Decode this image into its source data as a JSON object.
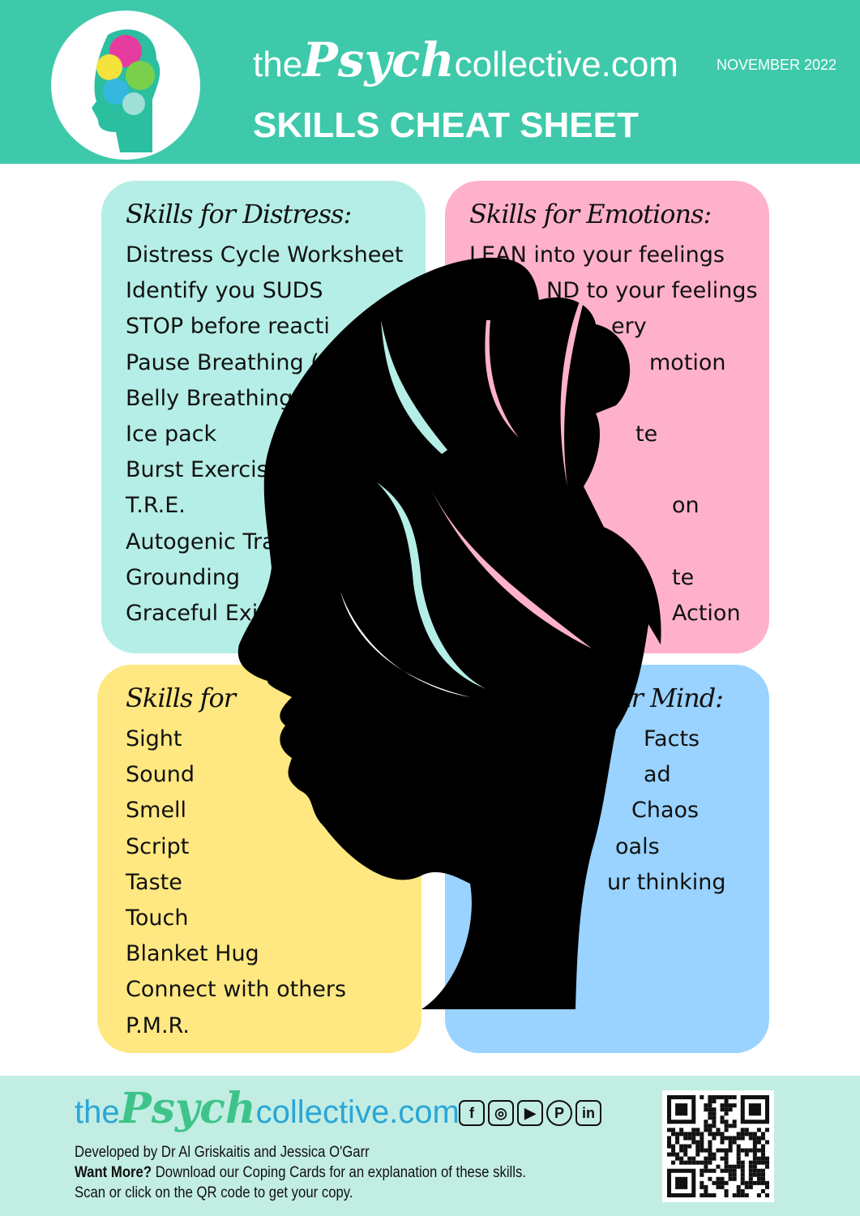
{
  "header": {
    "brand_pre": "the",
    "brand_script": "Psych",
    "brand_post": "collective.com",
    "title": "SKILLS CHEAT SHEET",
    "date": "NOVEMBER 2022"
  },
  "panels": [
    {
      "heading": "Skills for Distress:",
      "color": "#b5eee6",
      "items": [
        "Distress Cycle Worksheet",
        "Identify you SUDS",
        "STOP before reacti",
        "Pause Breathing (",
        "Belly Breathing",
        "Ice pack",
        "Burst Exercise",
        "T.R.E.",
        "Autogenic Tra",
        "Grounding",
        "Graceful Exit"
      ]
    },
    {
      "heading": "Skills for Emotions:",
      "color": "#ffb1cc",
      "items": [
        "LEAN into your feelings",
        "ND to your feelings",
        "ery",
        "motion",
        "",
        "te",
        "",
        "on",
        "",
        "te",
        "Action"
      ]
    },
    {
      "heading": "Skills for",
      "color": "#ffe881",
      "items": [
        "Sight",
        "Sound",
        "Smell",
        "Script",
        "Taste",
        "Touch",
        "Blanket Hug",
        "Connect with others",
        "P.M.R."
      ]
    },
    {
      "heading": "ur Mind:",
      "color": "#9ad3ff",
      "items": [
        "Facts",
        "ad",
        "Chaos",
        "oals",
        "ur thinking"
      ]
    }
  ],
  "footer": {
    "brand_pre": "the",
    "brand_script": "Psych",
    "brand_post": "collective.com",
    "social": [
      "facebook-icon",
      "instagram-icon",
      "youtube-icon",
      "pinterest-icon",
      "linkedin-icon"
    ],
    "credit": "Developed by Dr Al Griskaitis and Jessica O'Garr",
    "want_more": "Want More?",
    "want_more_text": " Download our Coping Cards for an explanation of these skills.",
    "scan": "Scan or click on the QR code to get your copy."
  }
}
